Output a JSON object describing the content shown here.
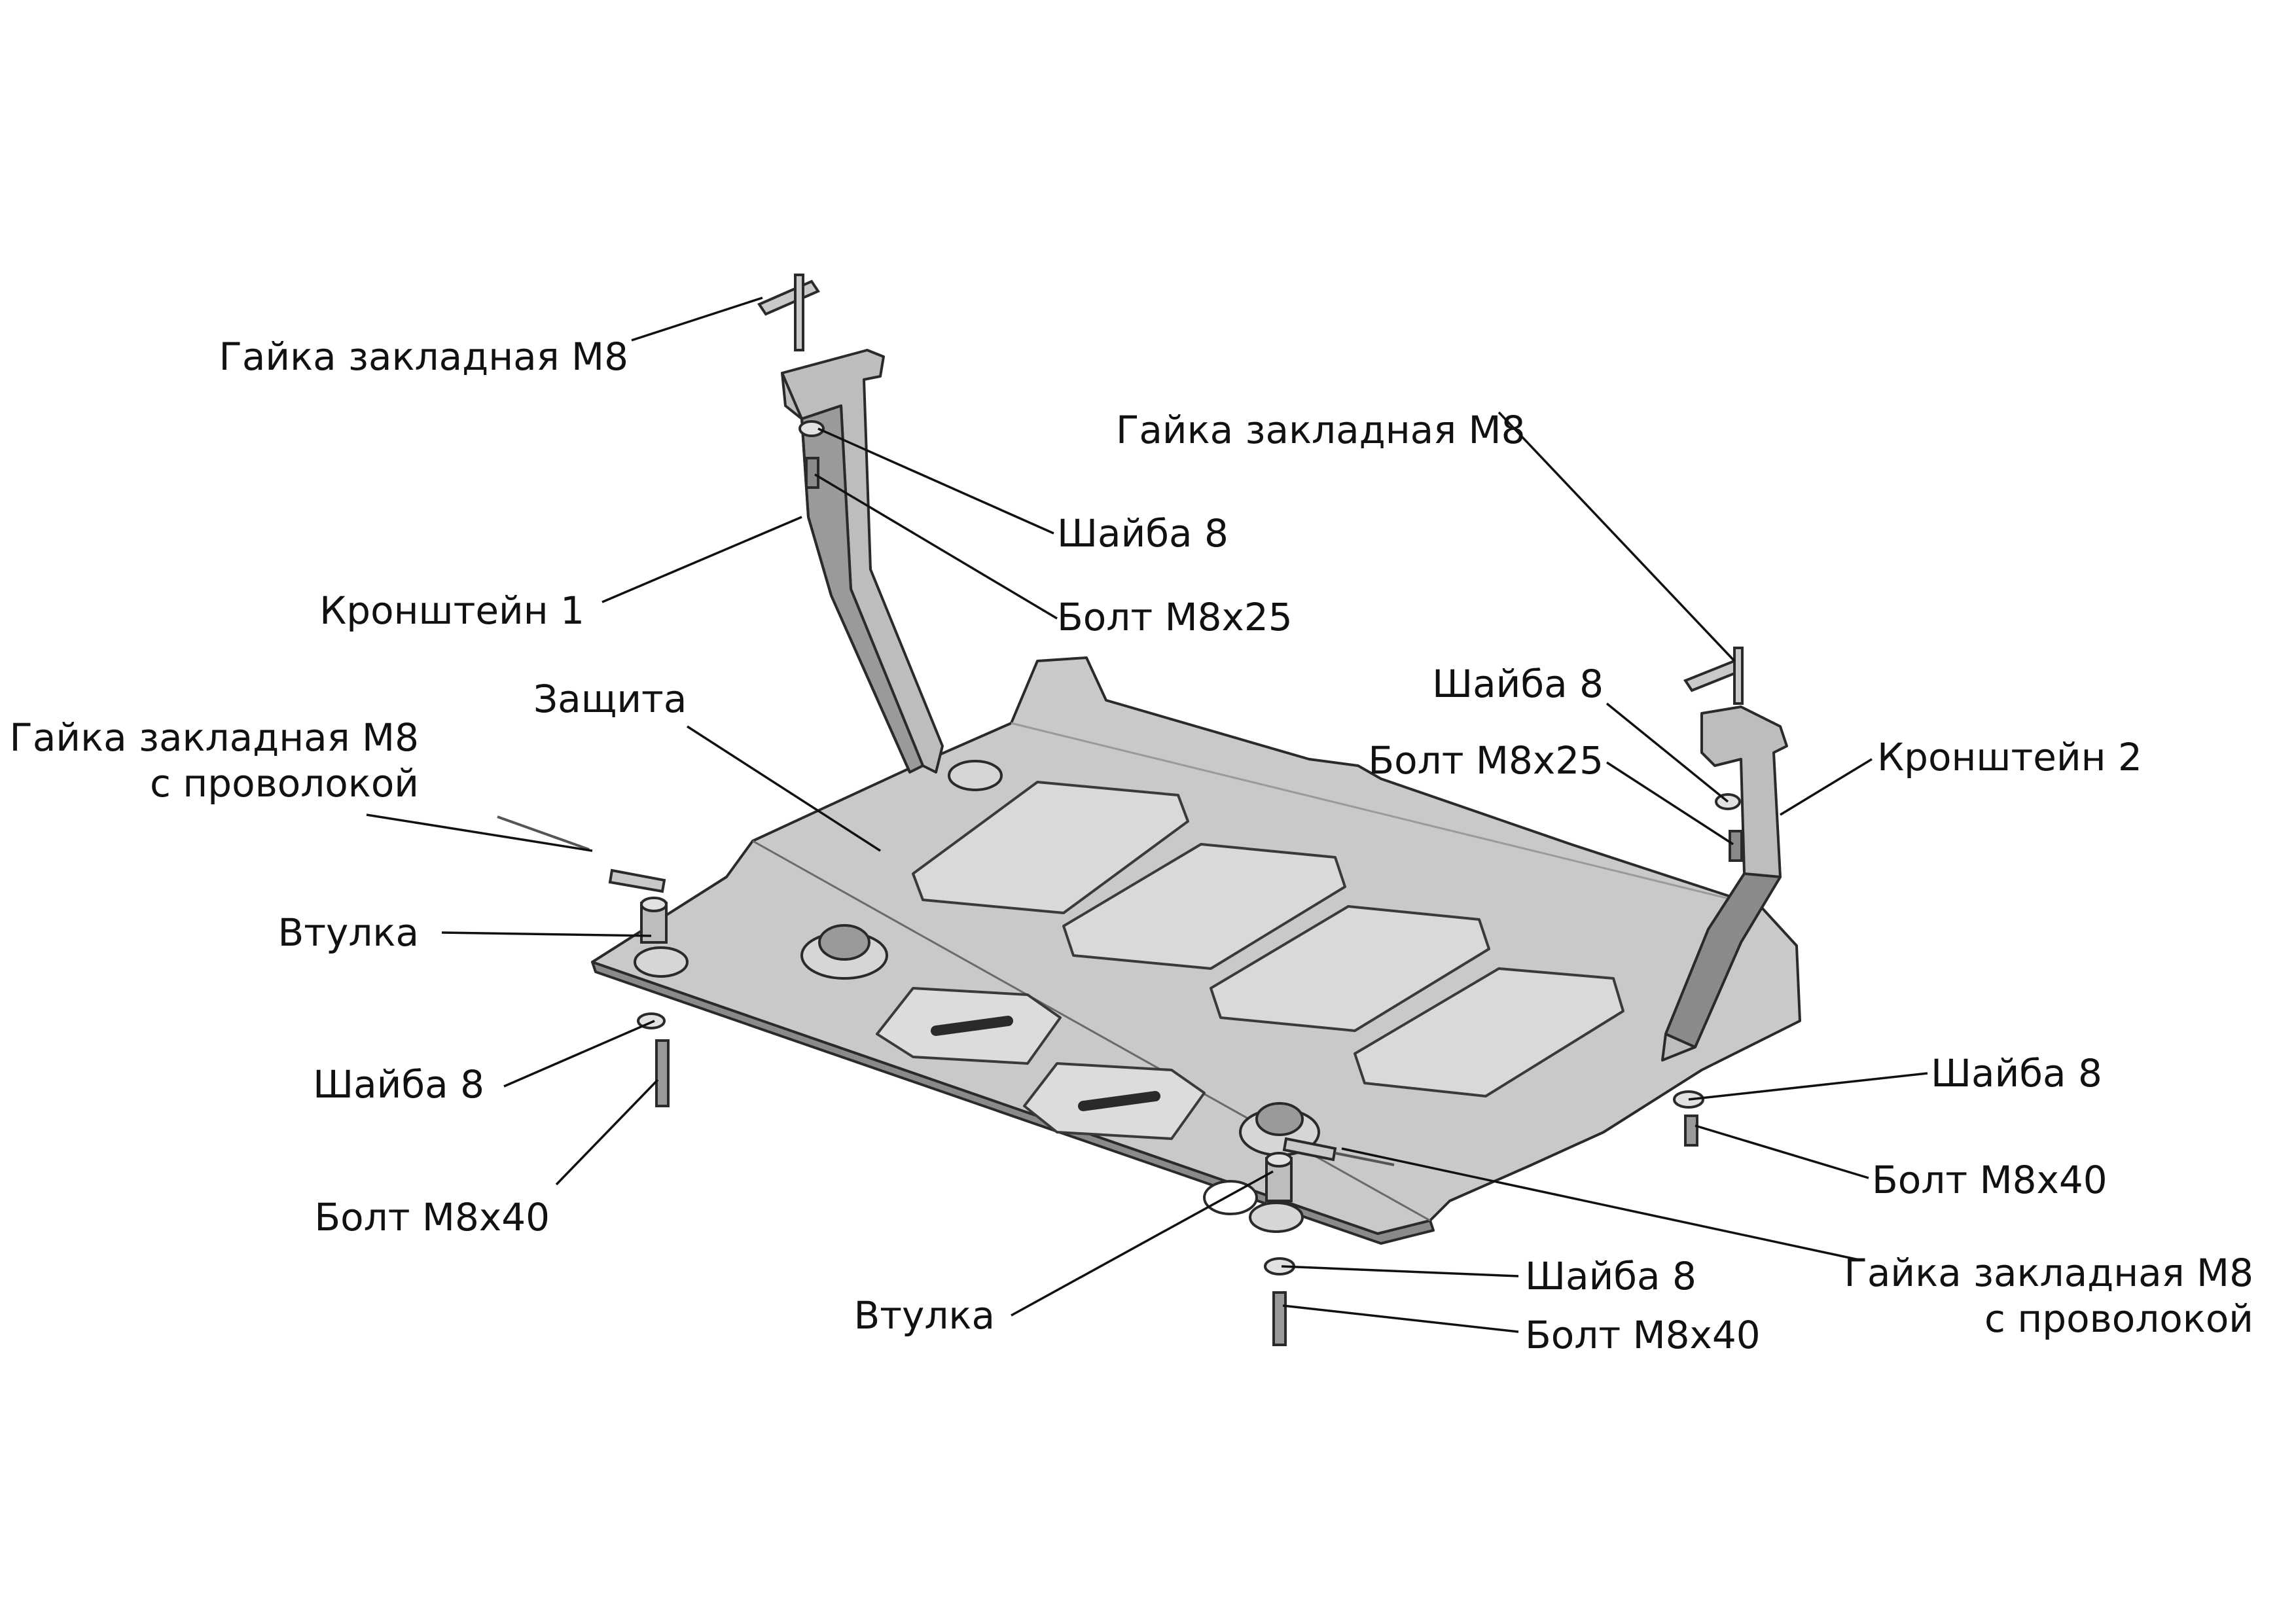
{
  "labels": {
    "nut_top_left": "Гайка закладная М8",
    "nut_top_right": "Гайка закладная М8",
    "washer_bracket1": "Шайба 8",
    "bolt_bracket1": "Болт М8х25",
    "bracket1": "Кронштейн 1",
    "shield": "Защита",
    "nut_wire_left_1": "Гайка закладная М8",
    "nut_wire_left_2": "с проволокой",
    "sleeve_left": "Втулка",
    "washer_left": "Шайба 8",
    "bolt_left": "Болт М8х40",
    "sleeve_bottom": "Втулка",
    "washer_bracket2": "Шайба 8",
    "bolt_bracket2": "Болт М8х25",
    "bracket2": "Кронштейн 2",
    "washer_right": "Шайба 8",
    "bolt_right": "Болт М8х40",
    "washer_bottom": "Шайба 8",
    "bolt_bottom": "Болт М8х40",
    "nut_wire_right_1": "Гайка закладная М8",
    "nut_wire_right_2": "с проволокой"
  },
  "colors": {
    "part_fill": "#c9c9c9",
    "part_light": "#e2e2e2",
    "part_dark": "#8a8a8a",
    "outline": "#2a2a2a",
    "leader": "#111111"
  }
}
